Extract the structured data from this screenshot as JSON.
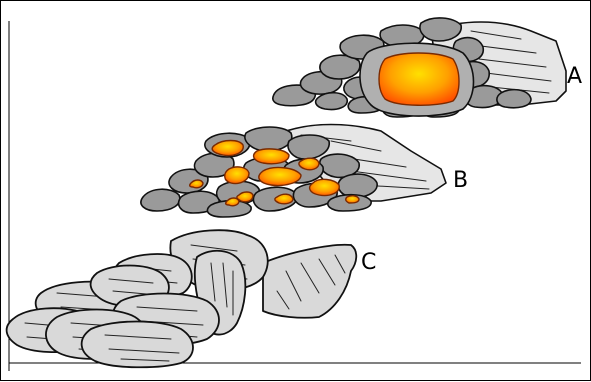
{
  "labels": {
    "a": "A",
    "b": "B",
    "c": "C"
  },
  "colors": {
    "rock": "#9a9a9a",
    "slab": "#e6e6e6",
    "lava_inner": "#ffd400",
    "lava_outer": "#ff5a00",
    "flow_lobe": "#d9d9d9"
  }
}
